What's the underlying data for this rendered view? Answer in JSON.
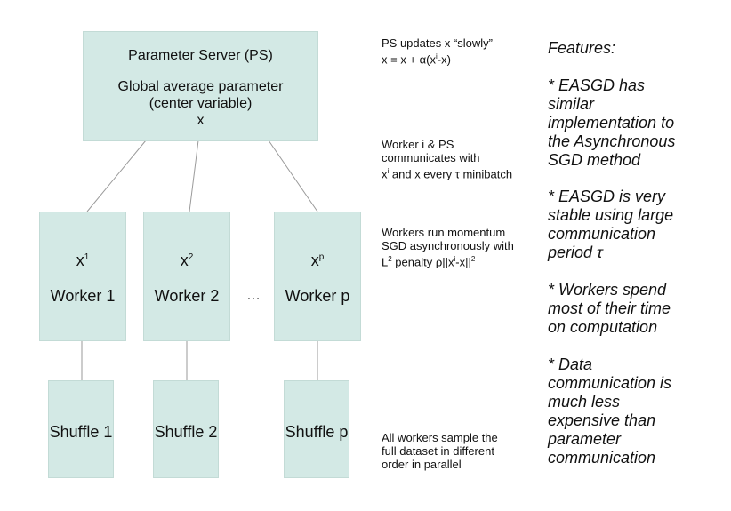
{
  "ps": {
    "title": "Parameter Server (PS)",
    "line1": "Global average parameter",
    "line2": "(center variable)",
    "line3": "x"
  },
  "workers": [
    {
      "var": "x",
      "sup": "1",
      "name": "Worker 1",
      "shuffle": "Shuffle 1"
    },
    {
      "var": "x",
      "sup": "2",
      "name": "Worker 2",
      "shuffle": "Shuffle 2"
    },
    {
      "var": "x",
      "sup": "p",
      "name": "Worker p",
      "shuffle": "Shuffle p"
    }
  ],
  "ellipsis": "…",
  "notes": {
    "ps_update": {
      "line1": "PS updates x “slowly”",
      "line2_a": "x = x + α(x",
      "line2_sup": "i",
      "line2_b": "-x)"
    },
    "comm": {
      "line1": "Worker i & PS",
      "line2": "communicates with",
      "line3_a": "x",
      "line3_sup": "i",
      "line3_b": " and x every τ minibatch"
    },
    "momentum": {
      "line1": "Workers run momentum",
      "line2": "SGD asynchronously with",
      "line3_a": "L",
      "line3_sup1": "2",
      "line3_b": " penalty ρ||x",
      "line3_sup2": "i",
      "line3_c": "-x||",
      "line3_sup3": "2"
    },
    "sample": {
      "line1": "All workers sample the",
      "line2": "full dataset in different",
      "line3": "order in parallel"
    }
  },
  "features": {
    "title": "Features:",
    "items": [
      [
        "* EASGD has",
        "similar",
        "implementation to",
        "the Asynchronous",
        "SGD method"
      ],
      [
        "* EASGD is very",
        "stable using large",
        "communication",
        "period τ"
      ],
      [
        "* Workers spend",
        "most of their time",
        "on computation"
      ],
      [
        "* Data",
        "communication is",
        "much less",
        "expensive than",
        "parameter",
        "communication"
      ]
    ]
  }
}
